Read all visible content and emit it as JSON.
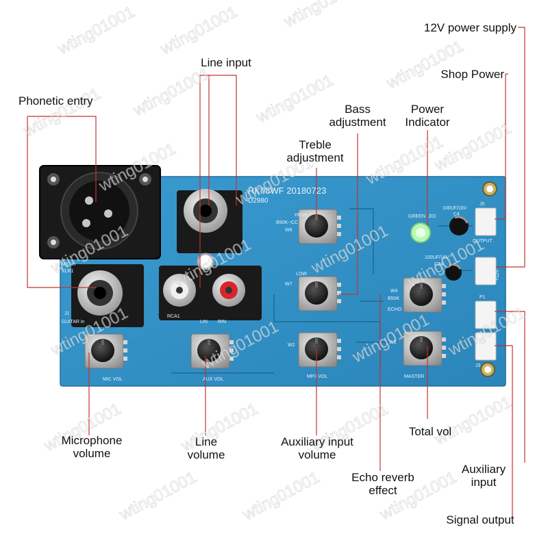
{
  "watermark": {
    "text": "wting01001"
  },
  "board": {
    "model": "RK08WF 20180723",
    "model_sub": "D2980",
    "silkscreen": {
      "high": "HIGH",
      "b50k_cc": "B50K--CC",
      "w6": "W6",
      "low": "LOW",
      "w7": "W7",
      "w4": "W4",
      "b50k": "B50K",
      "echo": "ECHO",
      "w5": "W5",
      "w2": "W2",
      "master": "MASTER",
      "mic_in": "MIC in",
      "xlr1": "XLR1",
      "j1": "J1",
      "guitar_in": "GUITAR in",
      "mic_vol": "MIC VOL",
      "aux_vol": "AUX VOL",
      "mp3_vol": "MP3 VOL",
      "rca_l": "LIN",
      "rca_r": "RIN",
      "rca_left": "RCA1",
      "green_led": "GREEN LED",
      "cap_top": "100UF/16V",
      "cap_top_ref": "C4",
      "cap_bottom": "100UF/16V",
      "cap_bottom_ref": "C24",
      "j5": "J5",
      "output": "OUTPUT",
      "j3": "J3",
      "p1": "P1",
      "plus12v": "+12V"
    }
  },
  "callouts": {
    "power_supply": "12V power supply",
    "shop_power": "Shop Power",
    "line_input": "Line input",
    "phonetic_entry": "Phonetic entry",
    "bass_adjustment": [
      "Bass",
      "adjustment"
    ],
    "power_indicator": [
      "Power",
      "Indicator"
    ],
    "treble_adjustment": [
      "Treble",
      "adjustment"
    ],
    "microphone_volume": [
      "Microphone",
      "volume"
    ],
    "line_volume": [
      "Line",
      "volume"
    ],
    "auxiliary_input_volume": [
      "Auxiliary input",
      "volume"
    ],
    "total_vol": "Total vol",
    "echo_reverb_effect": [
      "Echo reverb",
      "effect"
    ],
    "auxiliary_input": [
      "Auxiliary",
      "input"
    ],
    "signal_output": "Signal output"
  },
  "colors": {
    "board": "#2f8fc4",
    "board_dark": "#1f6f9e",
    "leader": "#c0342c",
    "jack_body": "#1b1b1b",
    "metal": "#b9b9b9",
    "rca_red": "#d8262b",
    "led": "#8ff08a"
  }
}
